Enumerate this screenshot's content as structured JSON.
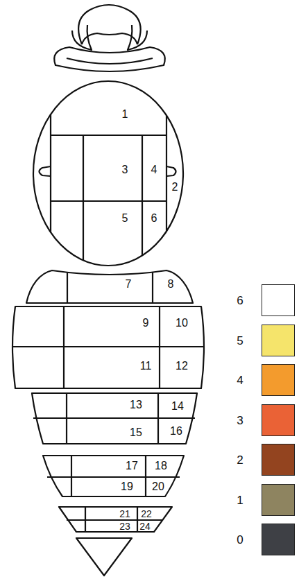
{
  "diagram": {
    "labels": [
      "1",
      "3",
      "4",
      "2",
      "5",
      "6",
      "7",
      "8",
      "9",
      "10",
      "11",
      "12",
      "13",
      "14",
      "15",
      "16",
      "17",
      "18",
      "19",
      "20",
      "21",
      "22",
      "23",
      "24"
    ],
    "legend": [
      {
        "text": "6",
        "color": "#ffffff"
      },
      {
        "text": "5",
        "color": "#f5e46b"
      },
      {
        "text": "4",
        "color": "#f39b2d"
      },
      {
        "text": "3",
        "color": "#ea6236"
      },
      {
        "text": "2",
        "color": "#93441f"
      },
      {
        "text": "1",
        "color": "#8e8460"
      },
      {
        "text": "0",
        "color": "#3e4045"
      }
    ]
  }
}
